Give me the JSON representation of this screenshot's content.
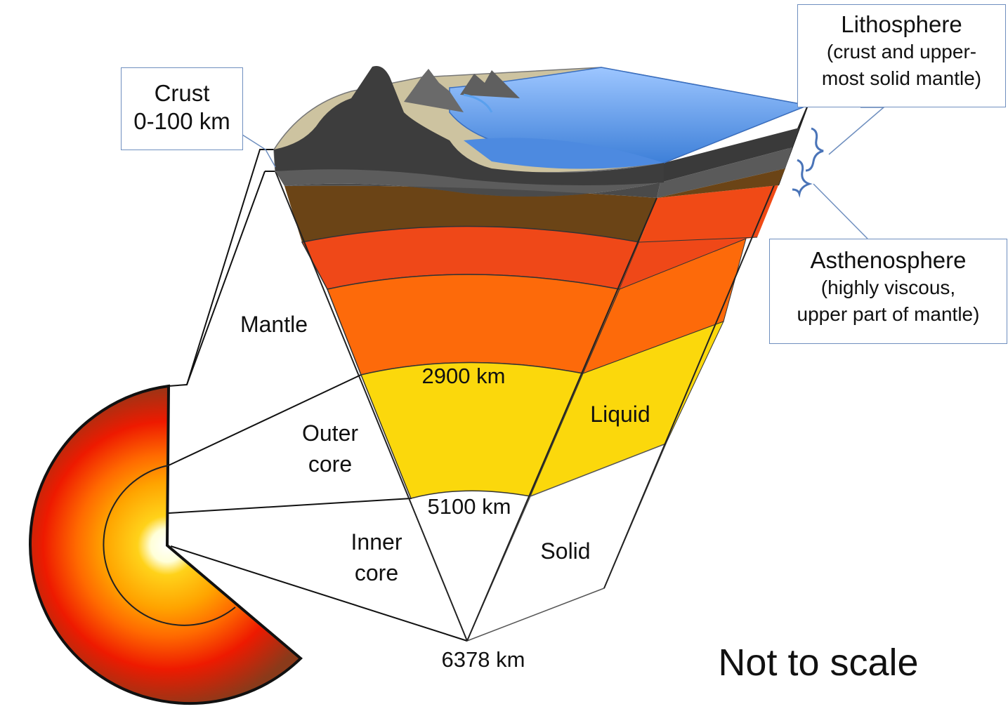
{
  "callouts": {
    "crust": {
      "title": "Crust",
      "subtitle": "0-100 km"
    },
    "lithosphere": {
      "title": "Lithosphere",
      "line1": "(crust and upper-",
      "line2": "most solid mantle)"
    },
    "asthenosphere": {
      "title": "Asthenosphere",
      "line1": "(highly viscous,",
      "line2": "upper part of mantle)"
    }
  },
  "zones": {
    "mantle": "Mantle",
    "outer_core_1": "Outer",
    "outer_core_2": "core",
    "inner_core_1": "Inner",
    "inner_core_2": "core"
  },
  "states": {
    "liquid": "Liquid",
    "solid": "Solid"
  },
  "depths": {
    "d2900": "2900 km",
    "d5100": "5100 km",
    "d6378": "6378 km"
  },
  "note": "Not to scale",
  "colors": {
    "rock_dark": "#3d3d3d",
    "crust_grey": "#5c5c5c",
    "upper_mantle_brown": "#6b4416",
    "mantle_red": "#ef4818",
    "mantle_orange": "#fd6a0a",
    "outer_core_yellow": "#fbd80c",
    "ocean_blue": "#5aa0ee",
    "land_tan": "#cdc3a0",
    "callout_border": "#6f8fbf"
  }
}
